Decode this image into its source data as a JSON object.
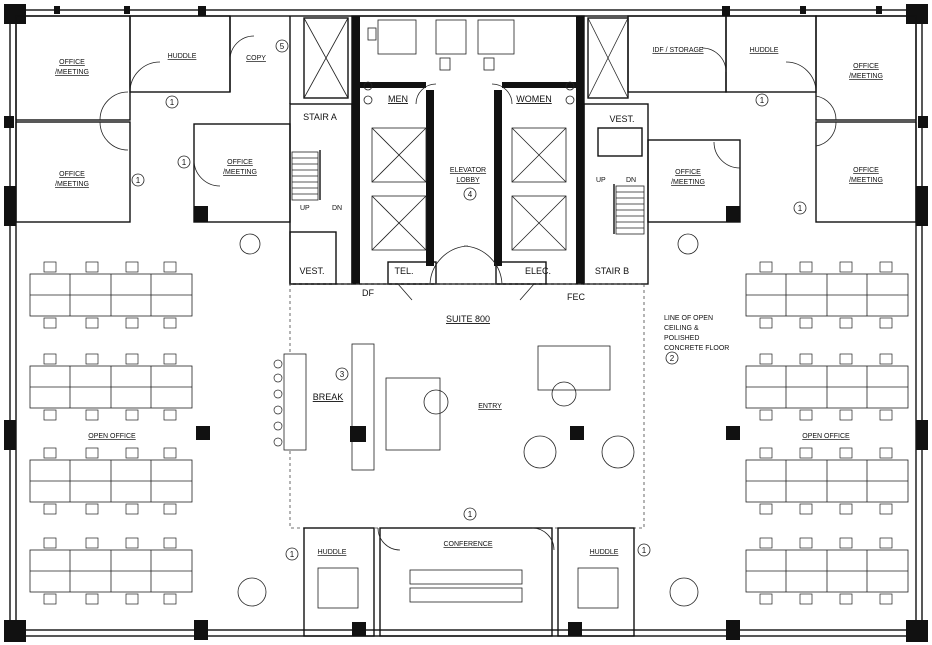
{
  "suite": {
    "title": "SUITE 800",
    "note": [
      "LINE OF OPEN",
      "CEILING &",
      "POLISHED",
      "CONCRETE FLOOR"
    ]
  },
  "rooms": {
    "office_meeting": [
      "OFFICE",
      "/MEETING"
    ],
    "huddle": "HUDDLE",
    "copy": "COPY",
    "idf_storage": "IDF / STORAGE",
    "men": "MEN",
    "women": "WOMEN",
    "stair_a": "STAIR A",
    "stair_b": "STAIR B",
    "elevator_lobby": [
      "ELEVATOR",
      "LOBBY"
    ],
    "vest": "VEST.",
    "tel": "TEL.",
    "elec": "ELEC.",
    "df": "DF",
    "fec": "FEC",
    "break": "BREAK",
    "entry": "ENTRY",
    "open_office": "OPEN OFFICE",
    "conference": "CONFERENCE"
  },
  "stair_marks": {
    "up": "UP",
    "dn": "DN"
  },
  "keys": {
    "k1": "1",
    "k2": "2",
    "k3": "3",
    "k4": "4",
    "k5": "5"
  }
}
